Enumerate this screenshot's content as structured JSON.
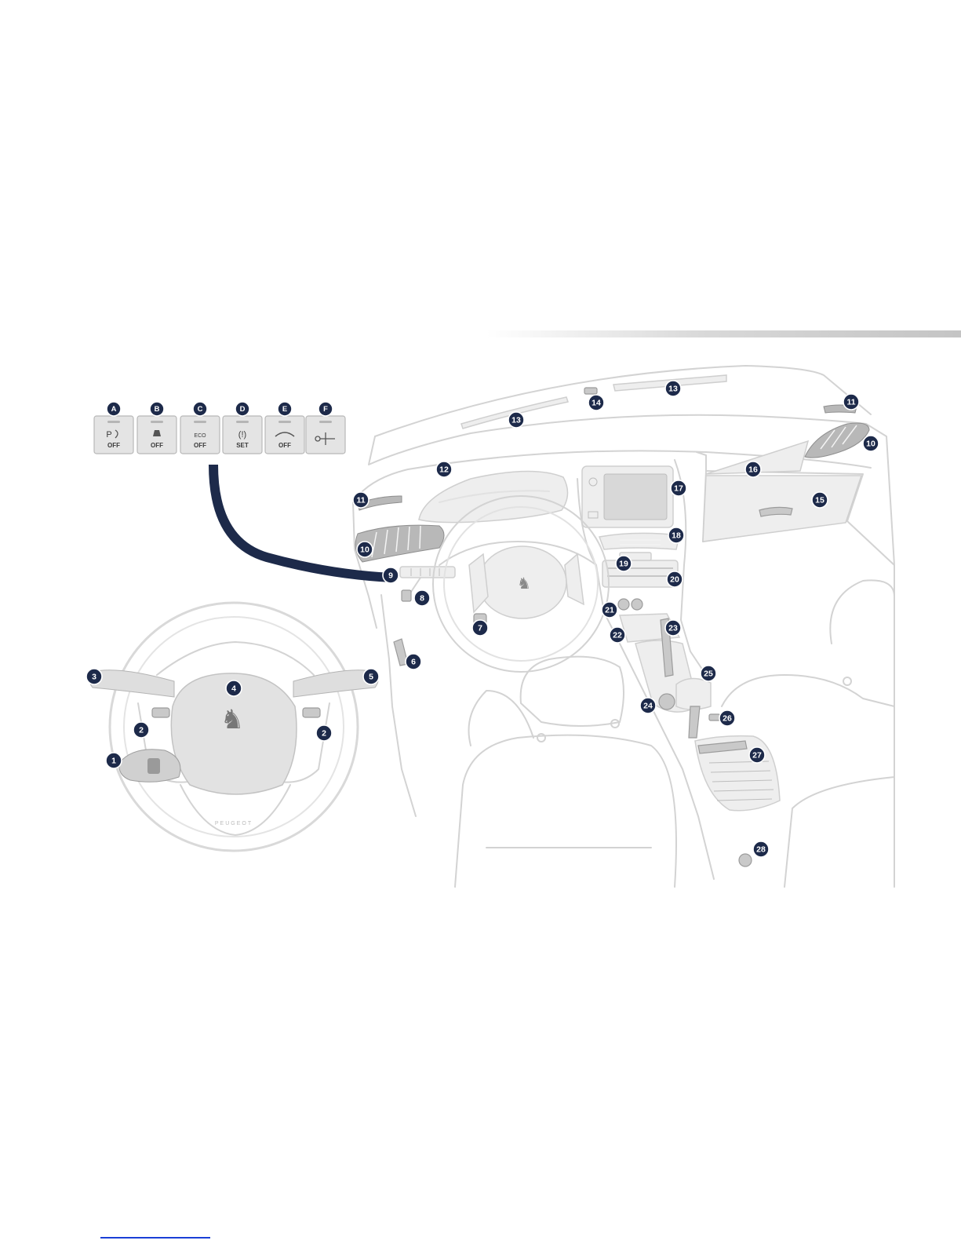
{
  "buttons": [
    {
      "letter": "A",
      "line1": "P",
      "line2": "OFF",
      "icon": "park-assist-icon"
    },
    {
      "letter": "B",
      "line1": "",
      "line2": "OFF",
      "icon": "stability-control-icon"
    },
    {
      "letter": "C",
      "line1": "ECO",
      "line2": "OFF",
      "icon": "stop-start-icon"
    },
    {
      "letter": "D",
      "line1": "(!)",
      "line2": "SET",
      "icon": "tyre-pressure-icon"
    },
    {
      "letter": "E",
      "line1": "",
      "line2": "OFF",
      "icon": "alarm-icon"
    },
    {
      "letter": "F",
      "line1": "",
      "line2": "",
      "icon": "child-lock-icon"
    }
  ],
  "callouts": [
    "1",
    "2",
    "2",
    "3",
    "4",
    "5",
    "6",
    "7",
    "8",
    "9",
    "10",
    "10",
    "11",
    "11",
    "12",
    "13",
    "13",
    "14",
    "15",
    "16",
    "17",
    "18",
    "19",
    "20",
    "21",
    "22",
    "23",
    "24",
    "25",
    "26",
    "27",
    "28"
  ],
  "wheel_brand": "PEUGEOT",
  "colors": {
    "badge": "#1d2a4a",
    "outline": "#d3d3d3",
    "link": "#1a3fd6"
  }
}
